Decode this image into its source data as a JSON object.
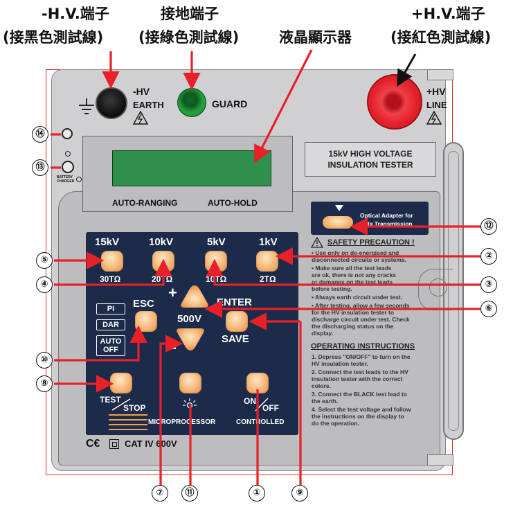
{
  "top_labels": {
    "hv_minus_title": "-H.V.端子",
    "hv_minus_sub": "(接黑色測試線)",
    "earth_title": "接地端子",
    "earth_sub": "(接綠色測試線)",
    "lcd_title": "液晶顯示器",
    "hv_plus_title": "+H.V.端子",
    "hv_plus_sub": "(接紅色測試線)"
  },
  "terminals": {
    "minus_hv": "-HV",
    "earth": "EARTH",
    "guard": "GUARD",
    "plus_hv": "+HV",
    "line": "LINE"
  },
  "device": {
    "title_line1": "15kV HIGH VOLTAGE",
    "title_line2": "INSULATION TESTER",
    "lcd_left": "AUTO-RANGING",
    "lcd_right": "AUTO-HOLD",
    "battery_label_1": "BATTERY",
    "battery_label_2": "CHARGER",
    "optical_line1": "Optical Adapter for",
    "optical_line2": "Data Transmission",
    "cat_rating": "CAT IV 600V"
  },
  "keypad": {
    "v15": "15kV",
    "r15": "30TΩ",
    "v10": "10kV",
    "r10": "20TΩ",
    "v5": "5kV",
    "r5": "10TΩ",
    "v1": "1kV",
    "r1": "2TΩ",
    "esc": "ESC",
    "enter": "ENTER",
    "v500": "500V",
    "save": "SAVE",
    "plus": "+",
    "minus": "−",
    "pi": "PI",
    "dar": "DAR",
    "auto1": "AUTO",
    "auto2": "OFF",
    "test": "TEST",
    "stop": "STOP",
    "on": "ON",
    "off": "OFF",
    "micro": "MICROPROCESSOR",
    "controlled": "CONTROLLED"
  },
  "safety": {
    "title": "SAFETY PRECAUTION !",
    "lines": [
      "• Use only on de-energised and",
      "  disconnected circuits or systems.",
      "• Make sure all the test leads",
      "  are ok, there is not any cracks",
      "  or damages on the test leads",
      "  before testing.",
      "• Always earth circuit under test.",
      "• After testing, allow a few seconds",
      "  for the HV insulation tester to",
      "  discharge circuit under test. Check",
      "  the discharging status on the",
      "  display."
    ]
  },
  "operating": {
    "title": "OPERATING INSTRUCTIONS",
    "lines": [
      "1. Depress \"ON/OFF\" to turn on the",
      "   HV insulation tester.",
      "2. Connect the test leads to the HV",
      "   insulation tester with the correct",
      "   colors.",
      "3. Connect the BLACK test lead to",
      "   the earth.",
      "4. Select the test voltage and follow",
      "   the instructions on the display to",
      "   do the operation."
    ]
  },
  "callouts": {
    "c1": "①",
    "c2": "②",
    "c3": "③",
    "c4": "④",
    "c5": "⑤",
    "c6": "⑥",
    "c7": "⑦",
    "c8": "⑧",
    "c9": "⑨",
    "c10": "⑩",
    "c11": "⑪",
    "c12": "⑫",
    "c13": "⑬",
    "c14": "⑭"
  },
  "colors": {
    "panel": "#c9c9cb",
    "keypad": "#1c2b4a",
    "lcd": "#2f8f4c",
    "arrow_red": "#e8202a",
    "border_red": "#d62a2a",
    "terminal_red": "#e3202a",
    "terminal_green": "#1f9a3a"
  }
}
